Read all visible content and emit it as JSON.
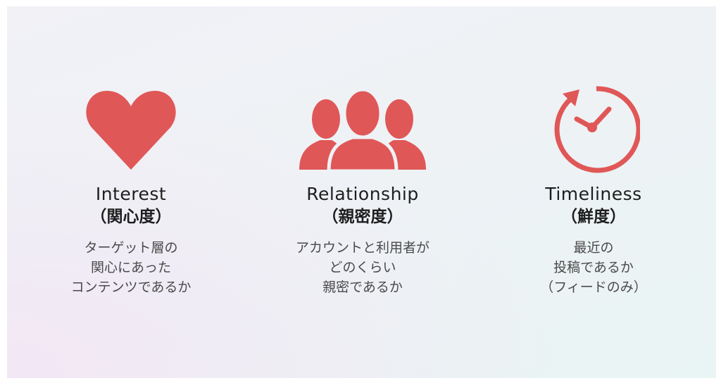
{
  "colors": {
    "accent": "#e05757",
    "background": "#eef2f5"
  },
  "items": [
    {
      "icon": "heart-icon",
      "title": "Interest",
      "subtitle": "（関心度）",
      "description": [
        "ターゲット層の",
        "関心にあった",
        "コンテンツであるか"
      ]
    },
    {
      "icon": "people-icon",
      "title": "Relationship",
      "subtitle": "（親密度）",
      "description": [
        "アカウントと利用者が",
        "どのくらい",
        "親密であるか"
      ]
    },
    {
      "icon": "clock-icon",
      "title": "Timeliness",
      "subtitle": "（鮮度）",
      "description": [
        "最近の",
        "投稿であるか",
        "（フィードのみ）"
      ]
    }
  ]
}
